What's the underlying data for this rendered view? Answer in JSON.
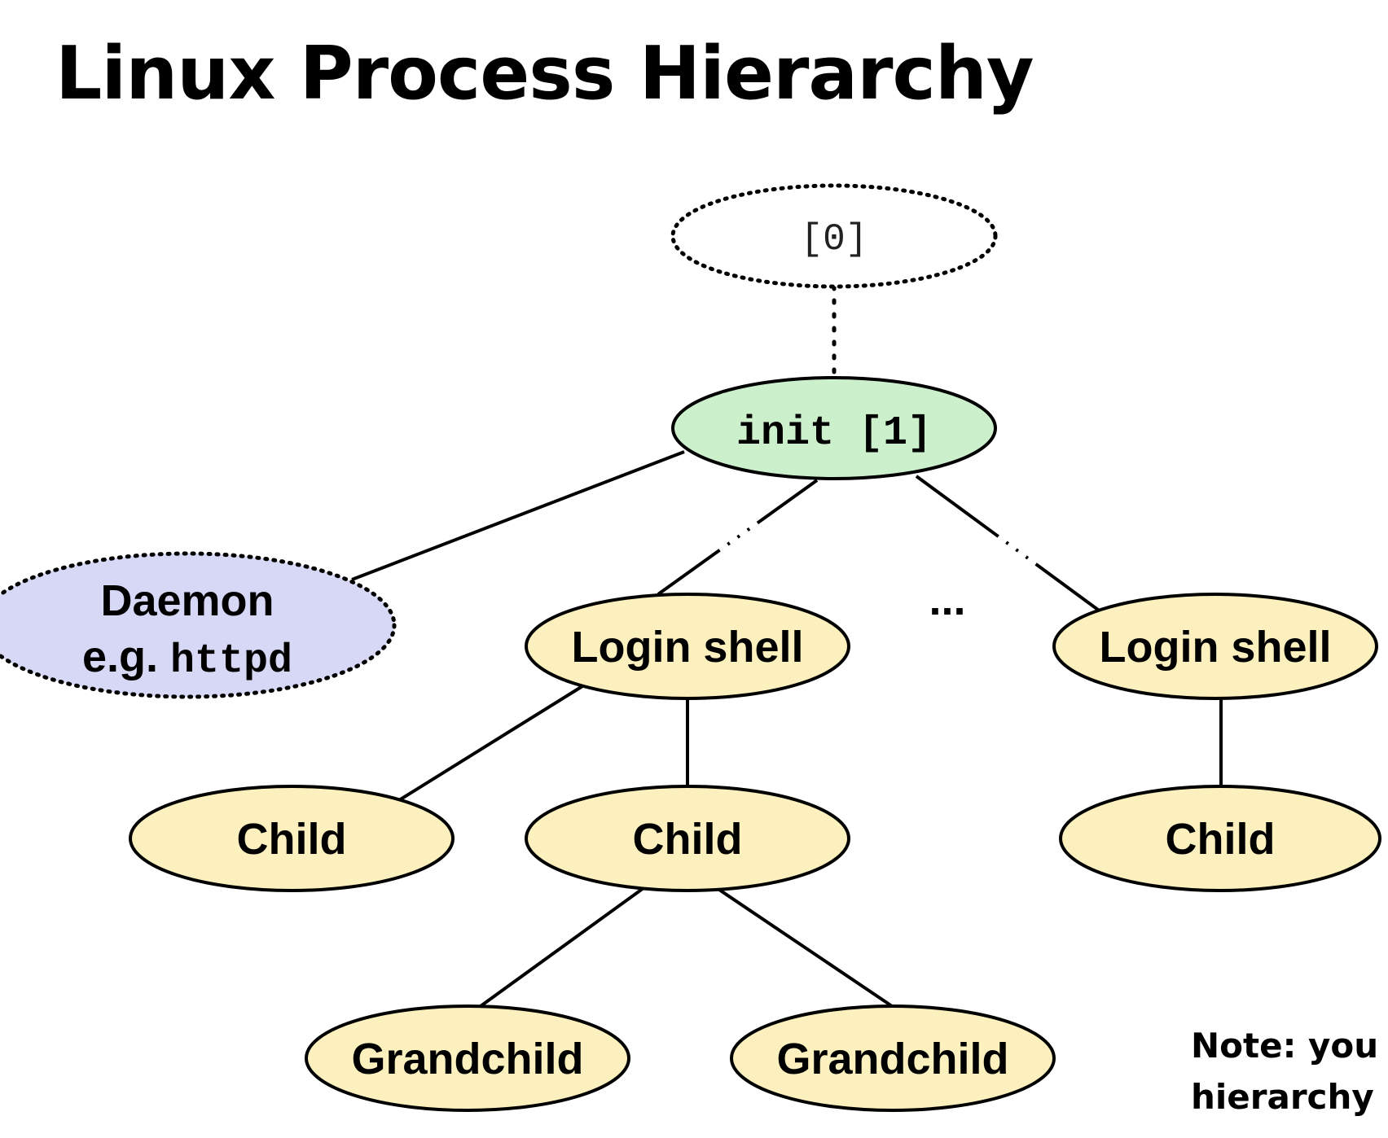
{
  "slide": {
    "title": "Linux Process Hierarchy"
  },
  "diagram": {
    "root": {
      "label": "[0]"
    },
    "init": {
      "label": "init [1]"
    },
    "daemon": {
      "line1": "Daemon",
      "line2_prefix": "e.g. ",
      "line2_code": "httpd"
    },
    "login_shell_left": {
      "label": "Login shell"
    },
    "login_shell_right": {
      "label": "Login shell"
    },
    "ellipsis": "...",
    "child_left": {
      "label": "Child"
    },
    "child_middle": {
      "label": "Child"
    },
    "child_right": {
      "label": "Child"
    },
    "grandchild_left": {
      "label": "Grandchild"
    },
    "grandchild_right": {
      "label": "Grandchild"
    }
  },
  "note": {
    "line1": "Note: you c",
    "line2": "hierarchy u"
  },
  "colors": {
    "init_fill": "#ccf0cc",
    "daemon_fill": "#d6d8f5",
    "process_fill": "#fbf0be",
    "stroke": "#000000"
  }
}
